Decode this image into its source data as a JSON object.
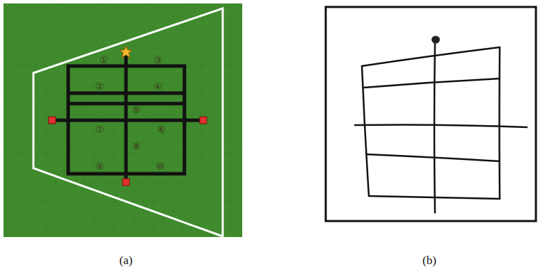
{
  "diagram": {
    "labels": [
      "①",
      "③",
      "②",
      "④",
      "⑤",
      "⑦",
      "⑥",
      "⑧",
      "⑨",
      "⑩",
      "(a)",
      "(b)"
    ]
  }
}
